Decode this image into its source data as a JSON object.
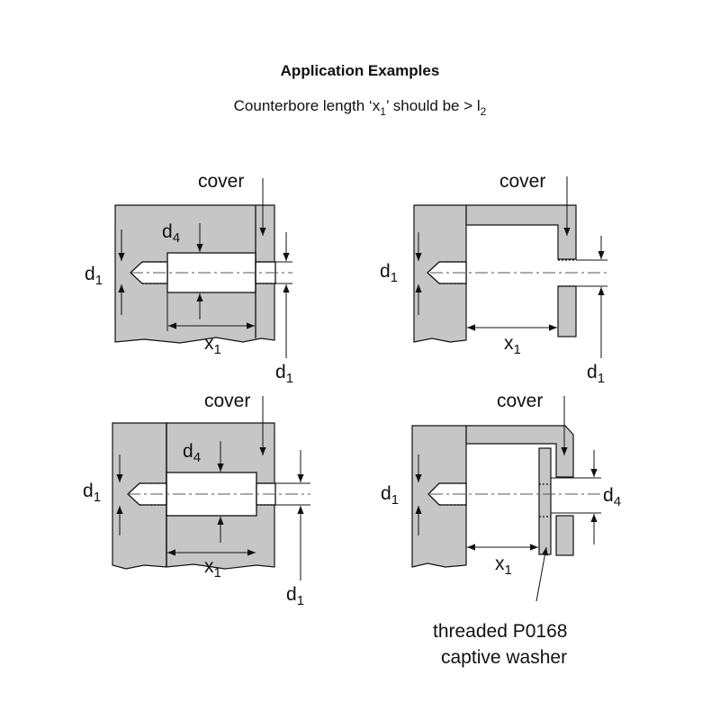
{
  "header": {
    "title": "Application Examples",
    "subtitle_main": "Counterbore length ‘x",
    "subtitle_sub1": "1",
    "subtitle_mid": "’ should be  > l",
    "subtitle_sub2": "2"
  },
  "labels": {
    "cover": "cover",
    "d": "d",
    "x": "x",
    "sub1": "1",
    "sub4": "4",
    "washer_line1": "threaded P0168",
    "washer_line2": "captive washer"
  },
  "colors": {
    "body_fill": "#c6c6c6",
    "stroke": "#111111"
  }
}
